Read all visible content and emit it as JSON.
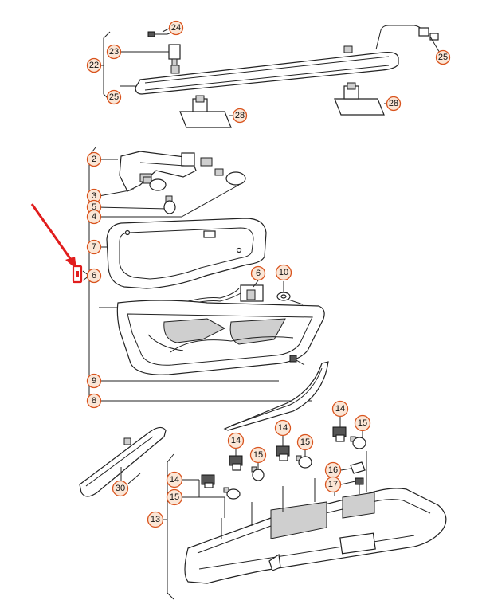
{
  "callouts": {
    "c24": "24",
    "c23": "23",
    "c22": "22",
    "c25a": "25",
    "c25b": "25",
    "c28a": "28",
    "c28b": "28",
    "c2": "2",
    "c3": "3",
    "c5": "5",
    "c4": "4",
    "c7": "7",
    "c6a": "6",
    "c6b": "6",
    "c10": "10",
    "c9": "9",
    "c8": "8",
    "c30": "30",
    "c13": "13",
    "c14a": "14",
    "c14b": "14",
    "c14c": "14",
    "c14d": "14",
    "c15a": "15",
    "c15b": "15",
    "c15c": "15",
    "c15d": "15",
    "c16": "16",
    "c17": "17"
  },
  "colors": {
    "callout_fill": "#fbe6d6",
    "callout_stroke": "#d9541e",
    "arrow": "#e11d1d",
    "marker": "#e11d1d"
  },
  "icons": {
    "pointer": "red-arrow-icon",
    "highlight": "red-marker-icon"
  }
}
